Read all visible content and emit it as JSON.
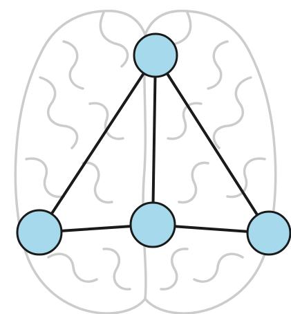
{
  "colors": {
    "brain_outline": "#cccccc",
    "node_fill": "#a6d9ec",
    "node_stroke": "#1a1a1a",
    "edge": "#1a1a1a",
    "background": "#ffffff"
  },
  "graph": {
    "nodes": [
      {
        "id": "top"
      },
      {
        "id": "center"
      },
      {
        "id": "left"
      },
      {
        "id": "right"
      }
    ],
    "edges": [
      {
        "from": "top",
        "to": "left"
      },
      {
        "from": "top",
        "to": "center"
      },
      {
        "from": "top",
        "to": "right"
      },
      {
        "from": "left",
        "to": "center"
      },
      {
        "from": "center",
        "to": "right"
      }
    ]
  }
}
